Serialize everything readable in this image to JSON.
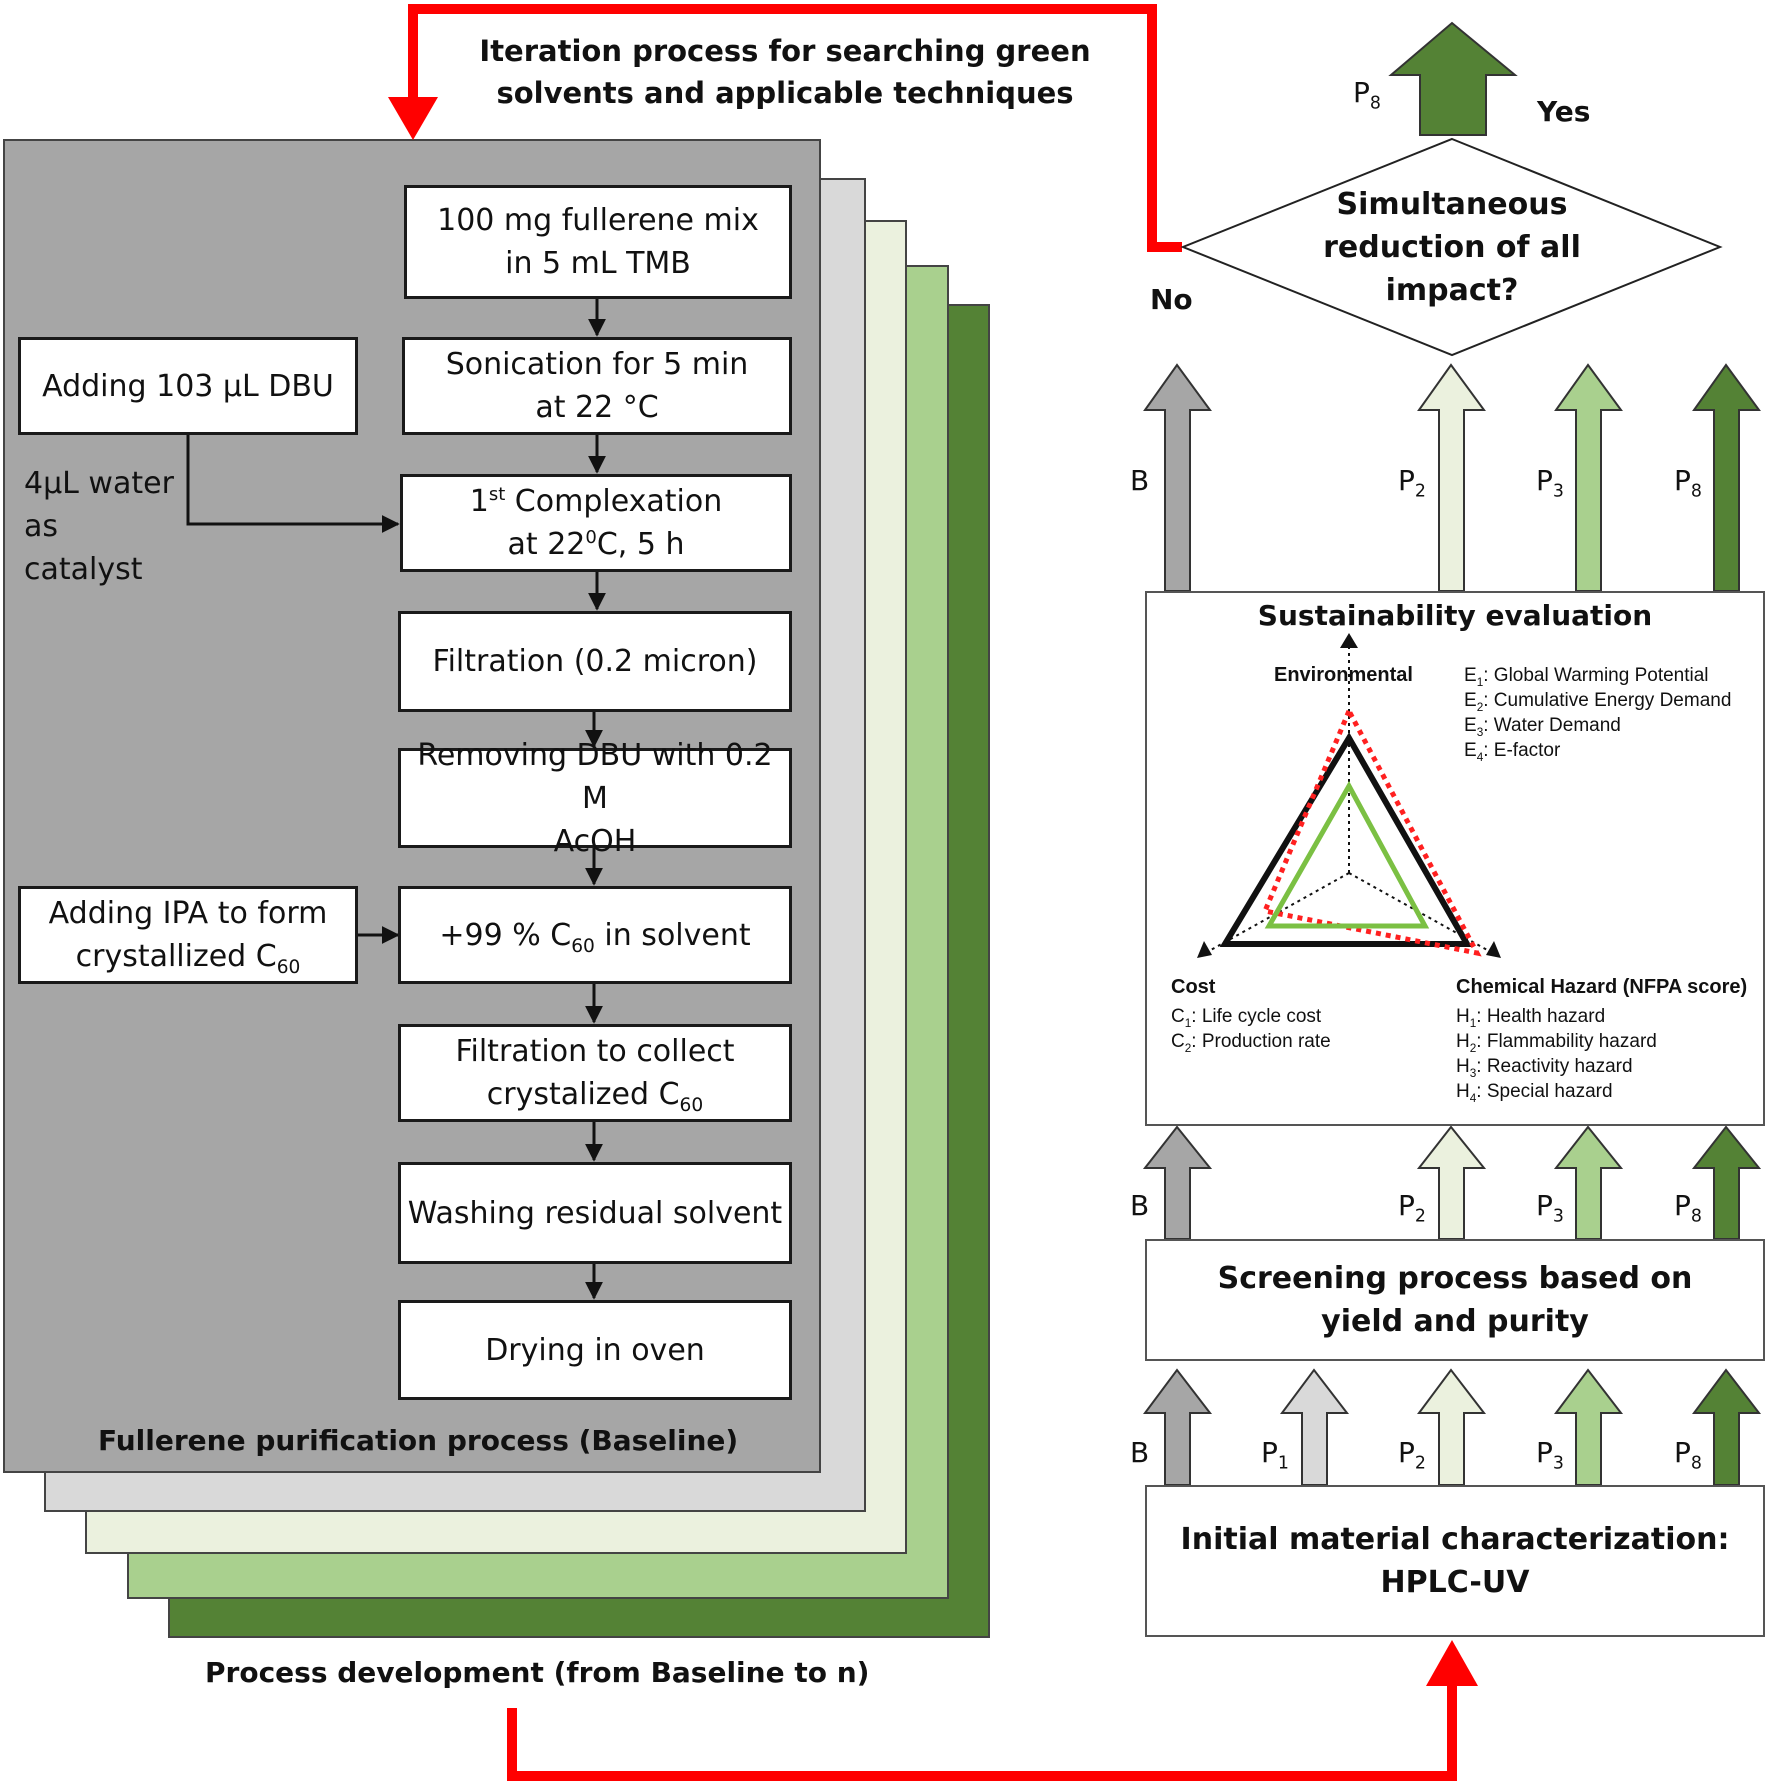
{
  "colors": {
    "baseline_panel": "#a6a6a6",
    "p1_panel": "#d9d9d9",
    "p2_panel": "#ebf1de",
    "p3_panel": "#a9d08e",
    "p8_panel": "#548235",
    "loop_arrow": "#ff0000"
  },
  "icons": [
    "red-loop-arrow",
    "black-flow-arrow",
    "green-up-arrow",
    "gray-up-arrow",
    "radar-triangle"
  ],
  "iteration_label": {
    "line1": "Iteration process for searching green",
    "line2": "solvents and applicable techniques"
  },
  "process": {
    "title": "Fullerene purification process (Baseline)",
    "development_label": "Process development (from Baseline to n)",
    "steps": [
      {
        "line1": "100 mg fullerene mix",
        "line2": "in 5 mL TMB"
      },
      {
        "line1": "Sonication for 5 min",
        "line2": "at 22 °C"
      },
      {
        "pre": "1",
        "sup": "st",
        "post": " Complexation",
        "line2_pre": "at 22",
        "line2_sup": "0",
        "line2_post": "C, 5 h"
      },
      {
        "line1": "Filtration (0.2 micron)"
      },
      {
        "line1": "Removing DBU with 0.2 M",
        "line2": "AcOH"
      },
      {
        "pre": "+99 % C",
        "sub": "60",
        "post": " in solvent"
      },
      {
        "line1": "Filtration to collect",
        "line2_pre": "crystalized C",
        "line2_sub": "60"
      },
      {
        "line1": "Washing residual solvent"
      },
      {
        "line1": "Drying in oven"
      }
    ],
    "side_dbu": "Adding 103 µL DBU",
    "side_water_line1": "4µL water",
    "side_water_line2": "as catalyst",
    "side_ipa_line1": "Adding IPA to form",
    "side_ipa_line2_pre": "crystallized C",
    "side_ipa_line2_sub": "60"
  },
  "decision": {
    "line1": "Simultaneous",
    "line2": "reduction of all",
    "line3": "impact?",
    "no": "No",
    "yes": "Yes",
    "yes_label_main": "P",
    "yes_label_sub": "8"
  },
  "arrow_labels": {
    "b": "B",
    "p1": {
      "main": "P",
      "sub": "1"
    },
    "p2": {
      "main": "P",
      "sub": "2"
    },
    "p3": {
      "main": "P",
      "sub": "3"
    },
    "p8": {
      "main": "P",
      "sub": "8"
    }
  },
  "sustainability": {
    "title": "Sustainability evaluation",
    "environmental": "Environmental",
    "env_items": [
      {
        "sub": "1",
        "text": ": Global Warming Potential"
      },
      {
        "sub": "2",
        "text": ": Cumulative Energy Demand"
      },
      {
        "sub": "3",
        "text": ": Water Demand"
      },
      {
        "sub": "4",
        "text": ": E-factor"
      }
    ],
    "env_letter": "E",
    "cost": "Cost",
    "cost_letter": "C",
    "cost_items": [
      {
        "sub": "1",
        "text": ": Life cycle cost"
      },
      {
        "sub": "2",
        "text": ": Production rate"
      }
    ],
    "hazard": "Chemical Hazard (NFPA score)",
    "hazard_letter": "H",
    "hazard_items": [
      {
        "sub": "1",
        "text": ": Health hazard"
      },
      {
        "sub": "2",
        "text": ": Flammability hazard"
      },
      {
        "sub": "3",
        "text": ": Reactivity hazard"
      },
      {
        "sub": "4",
        "text": ": Special hazard"
      }
    ]
  },
  "screening": {
    "line1": "Screening process based on",
    "line2": "yield and purity"
  },
  "initial": {
    "line1": "Initial material characterization:",
    "line2": "HPLC-UV"
  }
}
